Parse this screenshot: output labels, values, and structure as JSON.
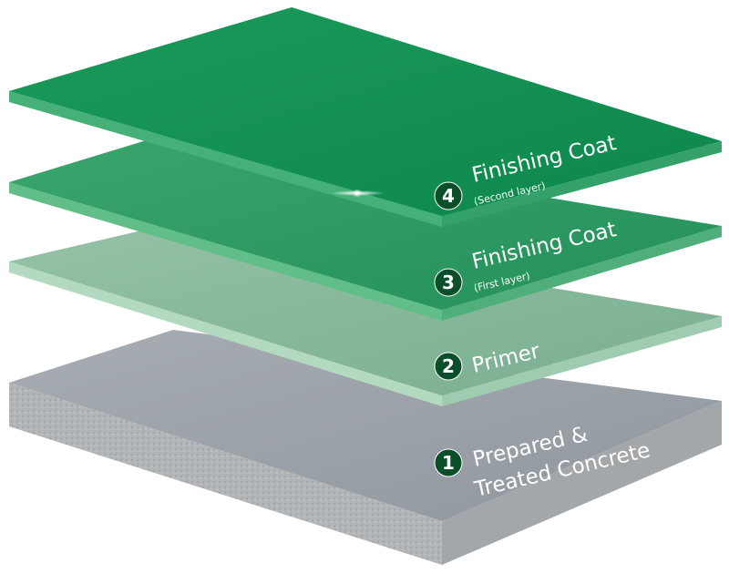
{
  "layers": [
    {
      "number": "1",
      "title_line1": "Prepared &",
      "title_line2": "Treated Concrete",
      "top_color": "#9aa1a8",
      "side_color": "#b6b9bb"
    },
    {
      "number": "2",
      "title_line1": "Primer",
      "top_color": "#86b69a",
      "side_color": "#a9d3b8"
    },
    {
      "number": "3",
      "title_line1": "Finishing Coat",
      "subtitle": "(First layer)",
      "top_color": "#2e9a62",
      "side_color": "#5fbb86"
    },
    {
      "number": "4",
      "title_line1": "Finishing Coat",
      "subtitle": "(Second layer)",
      "top_color": "#139255",
      "side_color": "#3ea970"
    }
  ],
  "colors": {
    "badge": "#0b4f2a"
  }
}
